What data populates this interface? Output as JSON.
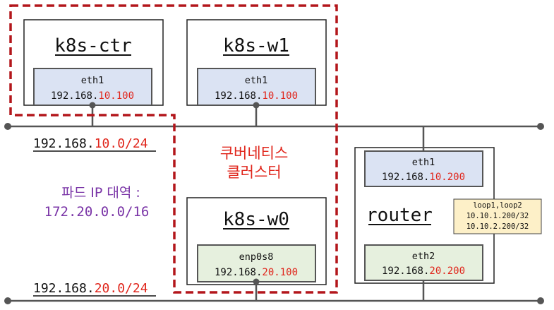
{
  "nodes": {
    "k8s_ctr": {
      "title": "k8s-ctr",
      "iface": "eth1",
      "ip_prefix": "192.168.",
      "ip_suffix": "10.100"
    },
    "k8s_w1": {
      "title": "k8s-w1",
      "iface": "eth1",
      "ip_prefix": "192.168.",
      "ip_suffix": "10.100"
    },
    "k8s_w0": {
      "title": "k8s-w0",
      "iface": "enp0s8",
      "ip_prefix": "192.168.",
      "ip_suffix": "20.100"
    },
    "router": {
      "title": "router",
      "eth1": {
        "iface": "eth1",
        "ip_prefix": "192.168.",
        "ip_suffix": "10.200"
      },
      "eth2": {
        "iface": "eth2",
        "ip_prefix": "192.168.",
        "ip_suffix": "20.200"
      },
      "loopback": {
        "name": "loop1,loop2",
        "ip1": "10.10.1.200/32",
        "ip2": "10.10.2.200/32"
      }
    }
  },
  "networks": {
    "net10": {
      "prefix": "192.168.",
      "suffix": "10.0/24"
    },
    "net20": {
      "prefix": "192.168.",
      "suffix": "20.0/24"
    }
  },
  "cluster_label": {
    "line1": "쿠버네티스",
    "line2": "클러스터"
  },
  "pod_cidr": {
    "line1": "파드 IP 대역 :",
    "line2": "172.20.0.0/16"
  },
  "colors": {
    "accent_red": "#e0261c",
    "cluster_border": "#b3161b",
    "iface_blue": "#dbe3f3",
    "iface_green": "#e6f0de",
    "loop_bg": "#fdf0c8",
    "purple": "#7a35a7",
    "line": "#555555"
  }
}
